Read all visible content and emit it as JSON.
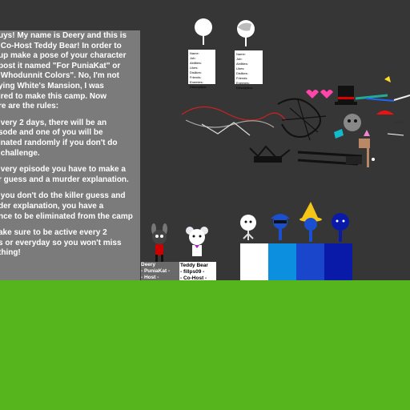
{
  "rules": {
    "lines": [
      "uys! My name is Deery and this is",
      " Co-Host Teddy Bear! In order to",
      "up make a pose of your character",
      "post it named \"For PuniaKat\" or",
      " Whodunnit Colors\". No, I'm not",
      "ying White's Mansion, I was",
      "ired to make this camp. Now",
      "re are the rules:"
    ],
    "rule1": [
      " very 2 days, there will be an",
      "sode and one of you will be",
      "inated randomly if you don't do",
      " challenge."
    ],
    "rule2": [
      " very episode you have to make a",
      "r guess and a murder explanation."
    ],
    "rule3": [
      " you don't do the killer guess and",
      "der explanation, you have a",
      "nce to be eliminated from the camp"
    ],
    "rule4": [
      "ake sure to be active every 2",
      "s or everyday so you won't miss",
      "thing!"
    ]
  },
  "cards": {
    "left": [
      "Name:",
      "Job:",
      "Abilities:",
      "Likes:",
      "Dislikes:",
      "Friends:",
      "Enemies:",
      "Description:"
    ],
    "right": [
      "Name:",
      "Job:",
      "Abilities:",
      "Likes:",
      "Dislikes:",
      "Friends:",
      "Enemies:",
      "Description:"
    ]
  },
  "hosts": {
    "deery": [
      "Deery",
      "- PuniaKat -",
      "- Host -"
    ],
    "teddy": [
      "Teddy Bear",
      "- fillps09 -",
      "- Co-Host -"
    ]
  },
  "colors": {
    "panel": "#7b7b7b",
    "ground": "#56b41d",
    "sky": "#363636",
    "blue": "#1a4fd0",
    "navy": "#0a1aa8"
  }
}
